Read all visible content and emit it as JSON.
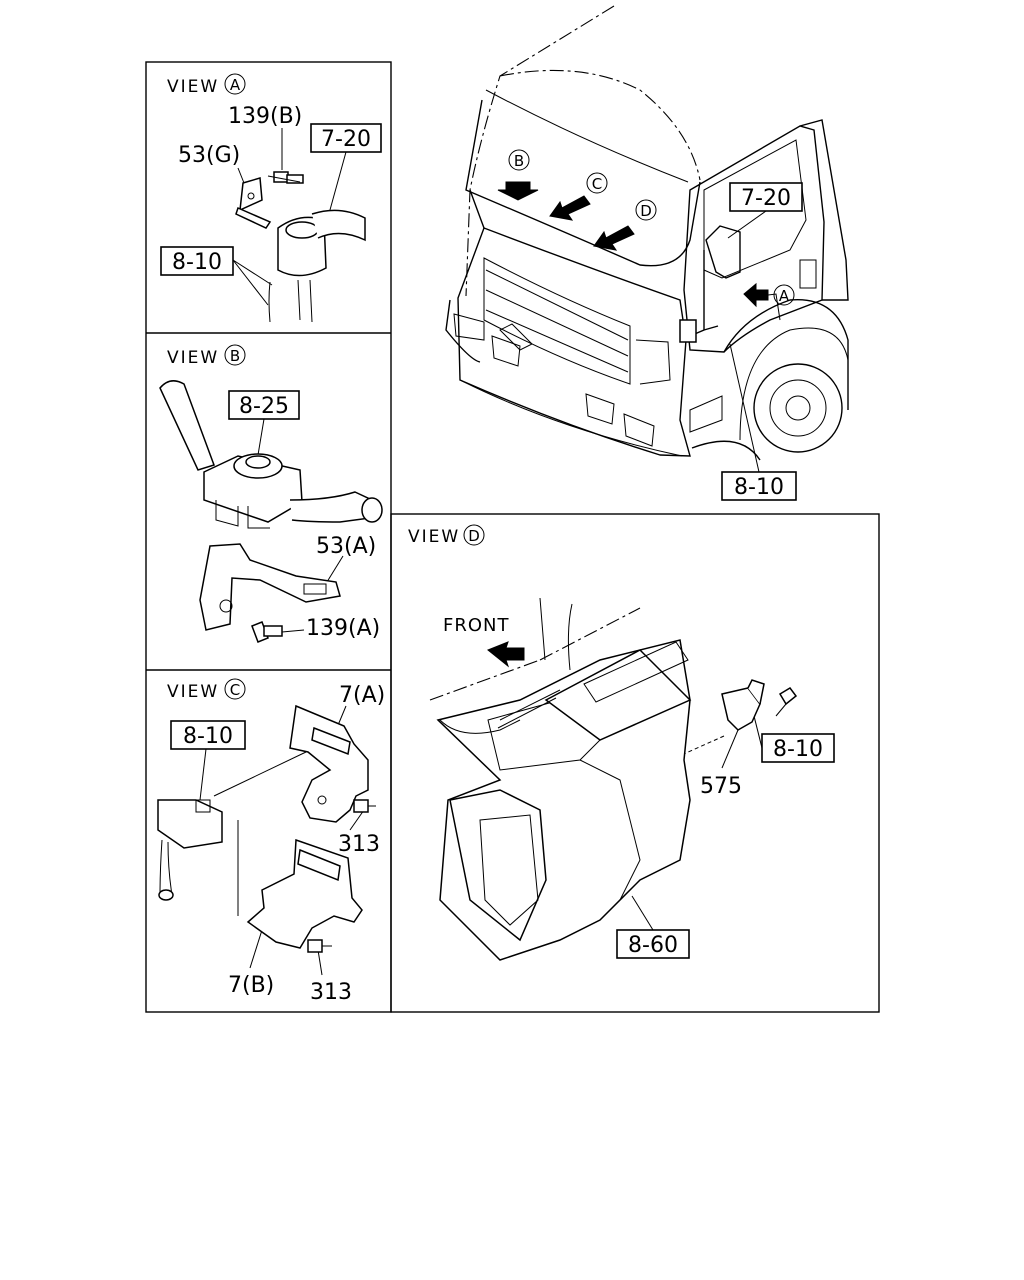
{
  "views": {
    "a": {
      "title": "VIEW",
      "letter": "A"
    },
    "b": {
      "title": "VIEW",
      "letter": "B"
    },
    "c": {
      "title": "VIEW",
      "letter": "C"
    },
    "d": {
      "title": "VIEW",
      "letter": "D"
    }
  },
  "callouts": {
    "b": "B",
    "c": "C",
    "d": "D",
    "a": "A"
  },
  "labels": {
    "a_139b": "139(B)",
    "a_53g": "53(G)",
    "a_7_20": "7-20",
    "a_8_10": "8-10",
    "b_8_25": "8-25",
    "b_53a": "53(A)",
    "b_139a": "139(A)",
    "c_7a": "7(A)",
    "c_8_10": "8-10",
    "c_313_top": "313",
    "c_7b": "7(B)",
    "c_313_bottom": "313",
    "d_front": "FRONT",
    "d_8_10": "8-10",
    "d_575": "575",
    "d_8_60": "8-60",
    "truck_7_20": "7-20",
    "truck_8_10": "8-10"
  }
}
